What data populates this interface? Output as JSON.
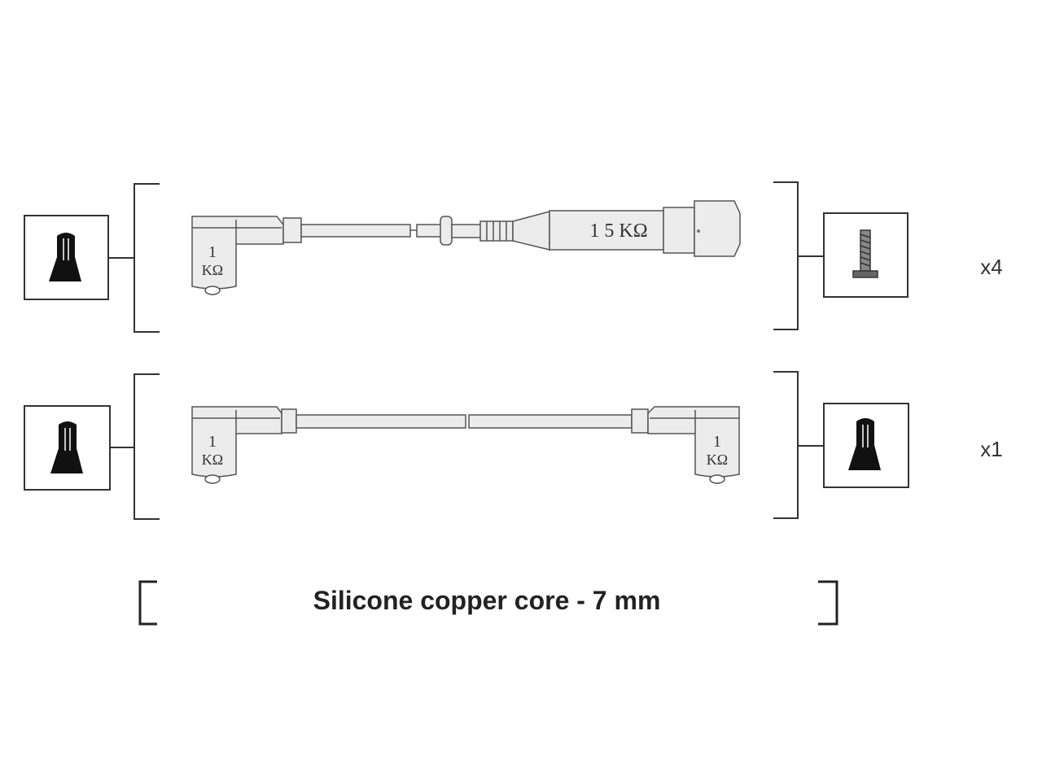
{
  "wire_sets": [
    {
      "quantity": "x4",
      "left_terminal": {
        "resistance": [
          "1",
          "KΩ"
        ],
        "end_type": "spark-plug-cap-icon"
      },
      "mid_label": "1 5 KΩ",
      "right_end_type": "screw-terminal-icon"
    },
    {
      "quantity": "x1",
      "left_terminal": {
        "resistance": [
          "1",
          "KΩ"
        ],
        "end_type": "spark-plug-cap-icon"
      },
      "right_terminal": {
        "resistance": [
          "1",
          "KΩ"
        ],
        "end_type": "spark-plug-cap-icon"
      }
    }
  ],
  "caption": "Silicone copper core - 7 mm",
  "colors": {
    "line": "#333333",
    "cable_fill": "#e6e6e6",
    "cap_fill": "#111111"
  }
}
